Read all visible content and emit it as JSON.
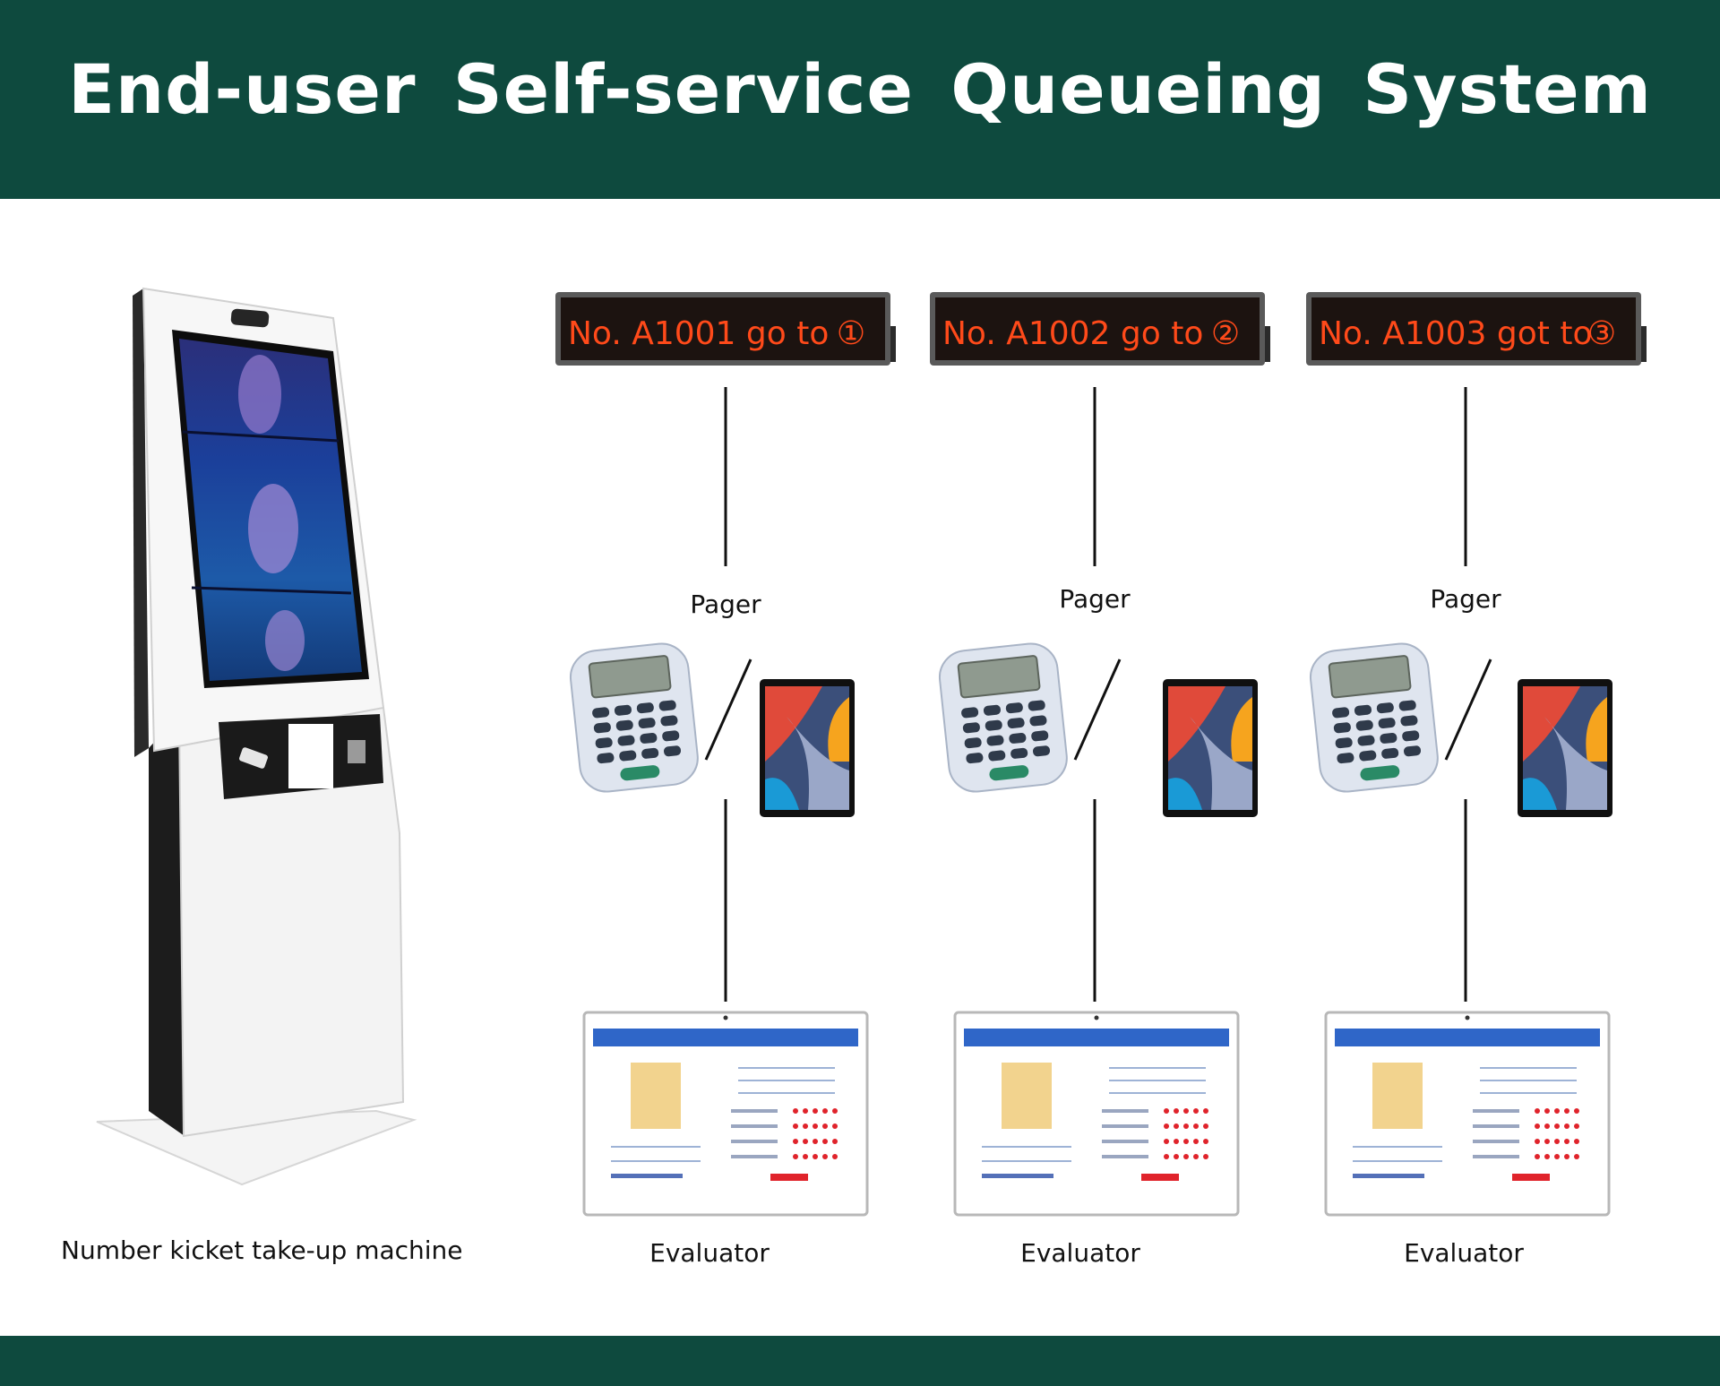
{
  "title": "End-user Self-service Queueing  System",
  "kiosk": {
    "label": "Number kicket take-up machine"
  },
  "stations": [
    {
      "display_text": "No. A1001 go to",
      "window": "①",
      "pager_label": "Pager",
      "evaluator_label": "Evaluator"
    },
    {
      "display_text": "No. A1002 go to",
      "window": "②",
      "pager_label": "Pager",
      "evaluator_label": "Evaluator"
    },
    {
      "display_text": "No. A1003 got to",
      "window": "③",
      "pager_label": "Pager",
      "evaluator_label": "Evaluator"
    }
  ],
  "colors": {
    "header_bg": "#0e4a3e",
    "led_text": "#ff4a1a",
    "led_bg": "#1c1310",
    "evaluator_header": "#2f66c8",
    "rating_dot": "#e0232b"
  },
  "icons": {
    "kiosk": "ticket-kiosk-icon",
    "pager": "keypad-pager-icon",
    "tablet": "tablet-icon",
    "evaluator": "evaluator-screen-icon"
  }
}
